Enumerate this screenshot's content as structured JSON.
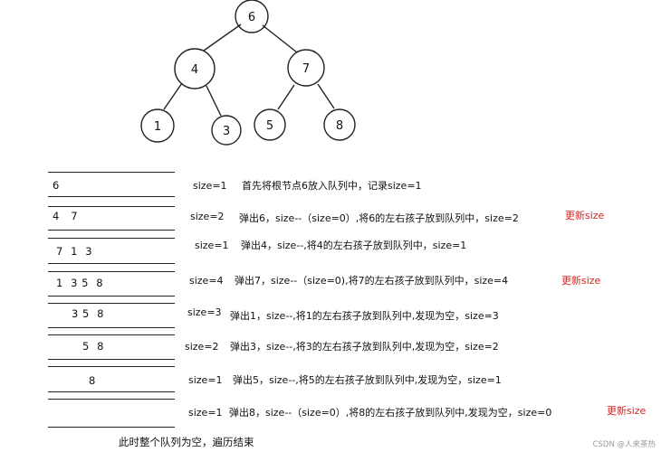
{
  "tree": {
    "root": "6",
    "level1": [
      "4",
      "7"
    ],
    "level2": [
      "1",
      "3",
      "5",
      "8"
    ]
  },
  "steps": [
    {
      "queue": "6",
      "size": "size=1",
      "desc": "首先将根节点6放入队列中，记录size=1",
      "update": ""
    },
    {
      "queue": "4   7",
      "size": "size=2",
      "desc": "弹出6，size--（size=0）,将6的左右孩子放到队列中，size=2",
      "update": "更新size"
    },
    {
      "queue": "7  1  3",
      "size": "size=1",
      "desc": "弹出4，size--,将4的左右孩子放到队列中，size=1",
      "update": ""
    },
    {
      "queue": "1  3 5  8",
      "size": "size=4",
      "desc": "弹出7，size--（size=0),将7的左右孩子放到队列中，size=4",
      "update": "更新size"
    },
    {
      "queue": "3 5  8",
      "size": "size=3",
      "desc": "弹出1，size--,将1的左右孩子放到队列中,发现为空，size=3",
      "update": ""
    },
    {
      "queue": "5  8",
      "size": "size=2",
      "desc": "弹出3，size--,将3的左右孩子放到队列中,发现为空，size=2",
      "update": ""
    },
    {
      "queue": "8",
      "size": "size=1",
      "desc": "弹出5，size--,将5的左右孩子放到队列中,发现为空，size=1",
      "update": ""
    },
    {
      "queue": "",
      "size": "size=1",
      "desc": "弹出8，size--（size=0）,将8的左右孩子放到队列中,发现为空，size=0",
      "update": "更新size"
    }
  ],
  "final_note": "此时整个队列为空，遍历结束",
  "watermark": "CSDN @人来茶热",
  "colors": {
    "update": "#e0201c",
    "ink": "#111111"
  }
}
